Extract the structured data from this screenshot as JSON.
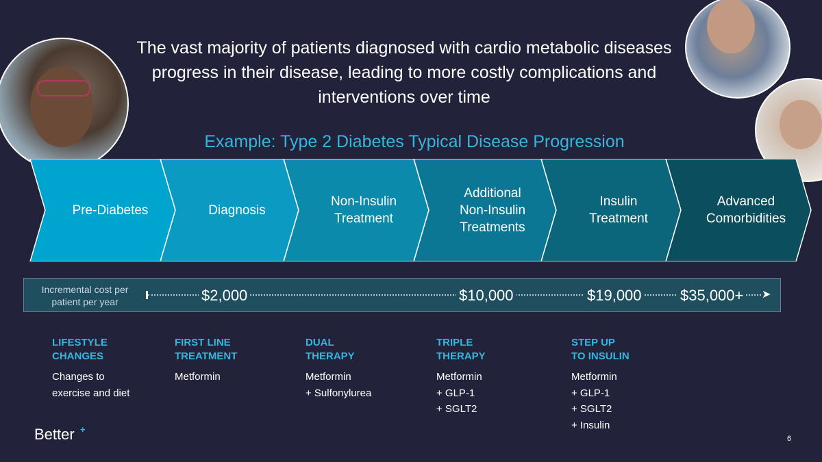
{
  "headline": "The vast majority of patients diagnosed with cardio metabolic diseases progress in their disease, leading to more costly complications and interventions over time",
  "subtitle": "Example: Type 2 Diabetes Typical Disease Progression",
  "chevrons": [
    {
      "label": "Pre-Diabetes",
      "color": "#00a5cf"
    },
    {
      "label": "Diagnosis",
      "color": "#0a9ac2"
    },
    {
      "label": "Non-Insulin\nTreatment",
      "color": "#0c8aab"
    },
    {
      "label": "Additional\nNon-Insulin\nTreatments",
      "color": "#0c7794"
    },
    {
      "label": "Insulin\nTreatment",
      "color": "#0b667c"
    },
    {
      "label": "Advanced\nComorbidities",
      "color": "#0b4e5e"
    }
  ],
  "cost": {
    "caption": "Incremental cost per patient per year",
    "values": [
      "$2,000",
      "$10,000",
      "$19,000",
      "$35,000+"
    ],
    "bar_color": "#1f4e5e"
  },
  "stages": [
    {
      "title": "LIFESTYLE\nCHANGES",
      "meds": [
        "Changes to",
        "exercise and diet"
      ]
    },
    {
      "title": "FIRST LINE\nTREATMENT",
      "meds": [
        "Metformin"
      ]
    },
    {
      "title": "DUAL\nTHERAPY",
      "meds": [
        "Metformin",
        "+ Sulfonylurea"
      ]
    },
    {
      "title": "TRIPLE\nTHERAPY",
      "meds": [
        "Metformin",
        "+ GLP-1",
        "+ SGLT2"
      ]
    },
    {
      "title": "STEP UP\nTO INSULIN",
      "meds": [
        "Metformin",
        "+ GLP-1",
        "+ SGLT2",
        "+ Insulin"
      ]
    }
  ],
  "logo": {
    "text": "Better",
    "mark": "+"
  },
  "page_number": "6",
  "colors": {
    "background": "#22223a",
    "accent": "#35b6dc"
  }
}
